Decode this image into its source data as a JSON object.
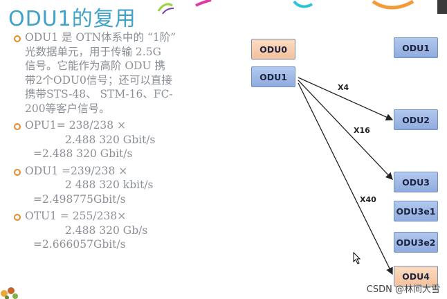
{
  "slide": {
    "title": "ODU1的复用",
    "bullets": [
      {
        "lines": [
          "ODU1 是 OTN体系中的 “1阶”",
          "光数据单元，用于传输 2.5G",
          "信号。它能作为高阶 ODU 携",
          "带2个ODU0信号；还可以直接",
          "携带STS-48、 STM-16、FC-",
          "200等客户信号。"
        ]
      },
      {
        "lines": [
          "OPU1= 238/238 ×",
          "2.488 320 Gbit/s",
          "=2.488 320 Gbit/s"
        ]
      },
      {
        "lines": [
          "ODU1 =239/238 ×",
          "2 488 320 kbit/s",
          "=2.498775Gbit/s"
        ]
      },
      {
        "lines": [
          "OTU1 = 255/238×",
          "2.488 320 Gb/s",
          "=2.666057Gbit/s"
        ]
      }
    ]
  },
  "diagram": {
    "nodes": {
      "odu0": "ODU0",
      "odu1_left": "ODU1",
      "odu1_right": "ODU1",
      "odu2": "ODU2",
      "odu3": "ODU3",
      "odu3e1": "ODU3e1",
      "odu3e2": "ODU3e2",
      "odu4": "ODU4"
    },
    "edges": {
      "x4": "X4",
      "x16": "X16",
      "x40": "X40"
    }
  },
  "watermark": "CSDN @林间大雪",
  "colors": {
    "title": "#3fa2c8",
    "bullet": "#e38a2a",
    "text": "#8a8f96",
    "node_blue": "#a3bbe8",
    "node_peach": "#f8cfaf"
  }
}
